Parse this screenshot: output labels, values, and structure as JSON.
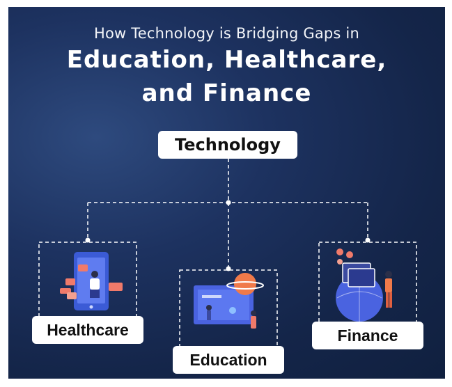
{
  "title": {
    "line1": "How Technology is Bridging Gaps in",
    "line2": "Education, Healthcare,",
    "line3": "and Finance"
  },
  "diagram": {
    "root": "Technology",
    "children": [
      "Healthcare",
      "Education",
      "Finance"
    ]
  },
  "colors": {
    "background": "#142549",
    "box": "#ffffff",
    "connector": "#ffffff"
  },
  "icons": [
    "healthcare-illustration",
    "education-illustration",
    "finance-illustration"
  ]
}
